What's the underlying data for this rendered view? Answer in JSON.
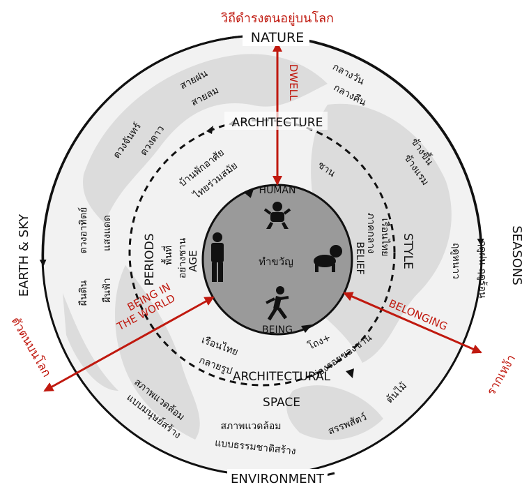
{
  "colors": {
    "accent_red": "#c0190f",
    "inner_circle": "#9a9a9a",
    "globe_land": "#dcdcdc",
    "ink": "#111111"
  },
  "icons": [
    "baby-icon",
    "standing-person-icon",
    "crawling-baby-icon",
    "running-person-icon"
  ],
  "outer": {
    "top": "NATURE",
    "top_thai": "วิถีดำรงตนอยู่บนโลก",
    "bottom": "ENVIRONMENT",
    "left": "EARTH & SKY",
    "right": "SEASONS",
    "left_thai": "ตัวตนบนโลก",
    "right_thai": "รากเหง้า"
  },
  "middle": {
    "top": "ARCHITECTURE",
    "bottom": "ARCHITECTURAL",
    "space": "SPACE",
    "left": "PERIODS",
    "right": "STYLE"
  },
  "inner": {
    "top": "HUMAN",
    "left": "AGE",
    "right": "BELIEF",
    "bottom": "BEING",
    "center": "ทำขวัญ"
  },
  "axes": {
    "dwell": "DWELL",
    "being_in": "BEING IN",
    "the_world": "THE WORLD",
    "belonging": "BELONGING"
  },
  "thai_terms": {
    "sai_fon": "สายฝน",
    "sai_lom": "สายลม",
    "klang_wan": "กลางวัน",
    "klang_khuen": "กลางคืน",
    "duang_chan": "ดวงจันทร์",
    "duang_dao": "ดวงดาว",
    "khang_khuen": "ข้างขึ้น",
    "khang_raem": "ข้างแรม",
    "duang_athit": "ดวงอาทิตย์",
    "saeng_daet": "แสงแดด",
    "phuen_din": "ผืนดิน",
    "phuen_fa": "ผืนฟ้า",
    "ruedu": "ฤดูฝน ฤดูร้อน",
    "nao": "ฤดูหนาว",
    "ban_phak": "บ้านพักอาศัย",
    "thai_ruam": "ไทยร่วมสมัย",
    "chan": "ชาน",
    "phuen_thi": "พื้นที่",
    "yang_chan": "อย่างชาน",
    "ruean_thai_r": "เรือนไทย",
    "phak_klang": "ภาคกลาง",
    "ruean_thai_b": "เรือนไทย",
    "klai_rup": "กลายรูป",
    "khong": "โถง+",
    "roi_roi": "ร่องรอยของชาน",
    "sapap_1a": "สภาพแวดล้อม",
    "sapap_1b": "แบบมนุษย์สร้าง",
    "sapap_2a": "สภาพแวดล้อม",
    "sapap_2b": "แบบธรรมชาติสร้าง",
    "sat": "สรรพสัตว์",
    "ton_mai": "ต้นไม้"
  }
}
